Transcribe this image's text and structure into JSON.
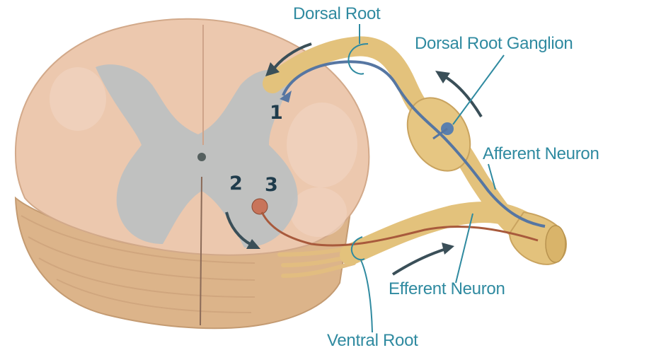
{
  "labels": {
    "dorsal_root": "Dorsal Root",
    "dorsal_root_ganglion": "Dorsal Root Ganglion",
    "afferent_neuron": "Afferent Neuron",
    "efferent_neuron": "Efferent Neuron",
    "ventral_root": "Ventral Root"
  },
  "markers": {
    "one": "1",
    "two": "2",
    "three": "3"
  },
  "colors": {
    "label_text": "#2f8aa0",
    "marker_text": "#1f3c4c",
    "white_matter": "#ecc8ae",
    "gray_matter": "#b9c0c3",
    "nerve": "#e3c27c",
    "afferent": "#5676a2",
    "efferent": "#a85a3c",
    "arrow": "#3a4f58"
  }
}
